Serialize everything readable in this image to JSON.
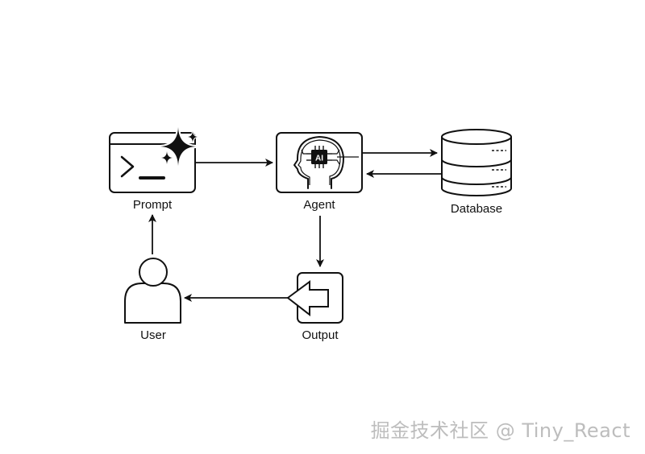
{
  "nodes": {
    "prompt": {
      "label": "Prompt",
      "icon": "terminal-sparkle-icon"
    },
    "agent": {
      "label": "Agent",
      "icon": "ai-brain-head-icon",
      "chip_text": "AI"
    },
    "database": {
      "label": "Database",
      "icon": "database-icon"
    },
    "output": {
      "label": "Output",
      "icon": "output-arrow-icon"
    },
    "user": {
      "label": "User",
      "icon": "user-icon"
    }
  },
  "watermark": {
    "text": "掘金技术社区 @ Tiny_React"
  },
  "colors": {
    "stroke": "#111111",
    "background": "#ffffff",
    "watermark": "#bdbdbd"
  }
}
